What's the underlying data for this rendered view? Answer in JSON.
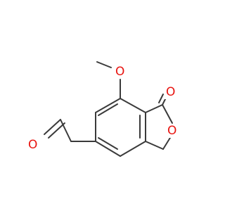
{
  "diagram": {
    "atoms": {
      "methoxy_oxygen": "O",
      "carbonyl_oxygen": "O",
      "ring_oxygen": "O",
      "aldehyde_oxygen": "O"
    }
  },
  "colors": {
    "bond": "#3a3a3a",
    "oxygen": "#e8130f",
    "background": "#ffffff"
  }
}
